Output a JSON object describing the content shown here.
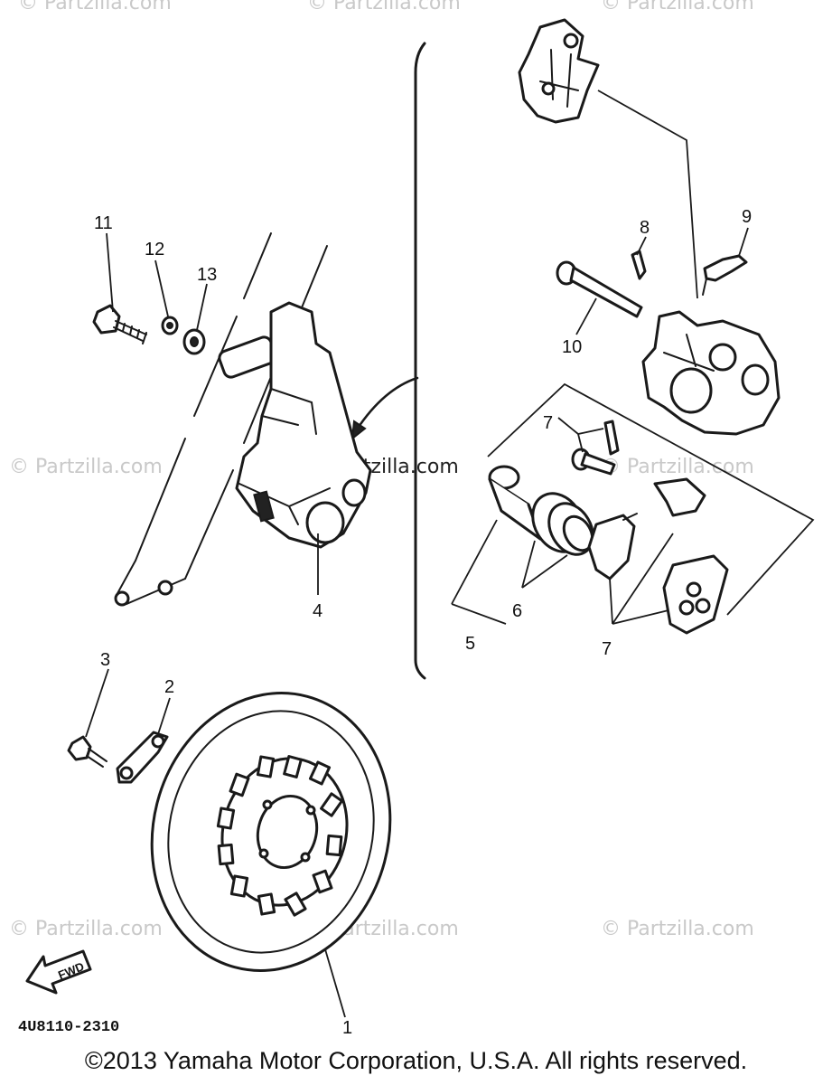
{
  "watermark": "© Partzilla.com",
  "diagram_code": "4U8110-2310",
  "fwd_label": "FWD",
  "copyright": "©2013 Yamaha Motor Corporation, U.S.A. All rights reserved.",
  "callouts": {
    "c1": "1",
    "c2": "2",
    "c3": "3",
    "c4": "4",
    "c5": "5",
    "c6": "6",
    "c7a": "7",
    "c7b": "7",
    "c8": "8",
    "c9": "9",
    "c10": "10",
    "c11": "11",
    "c12": "12",
    "c13": "13"
  }
}
